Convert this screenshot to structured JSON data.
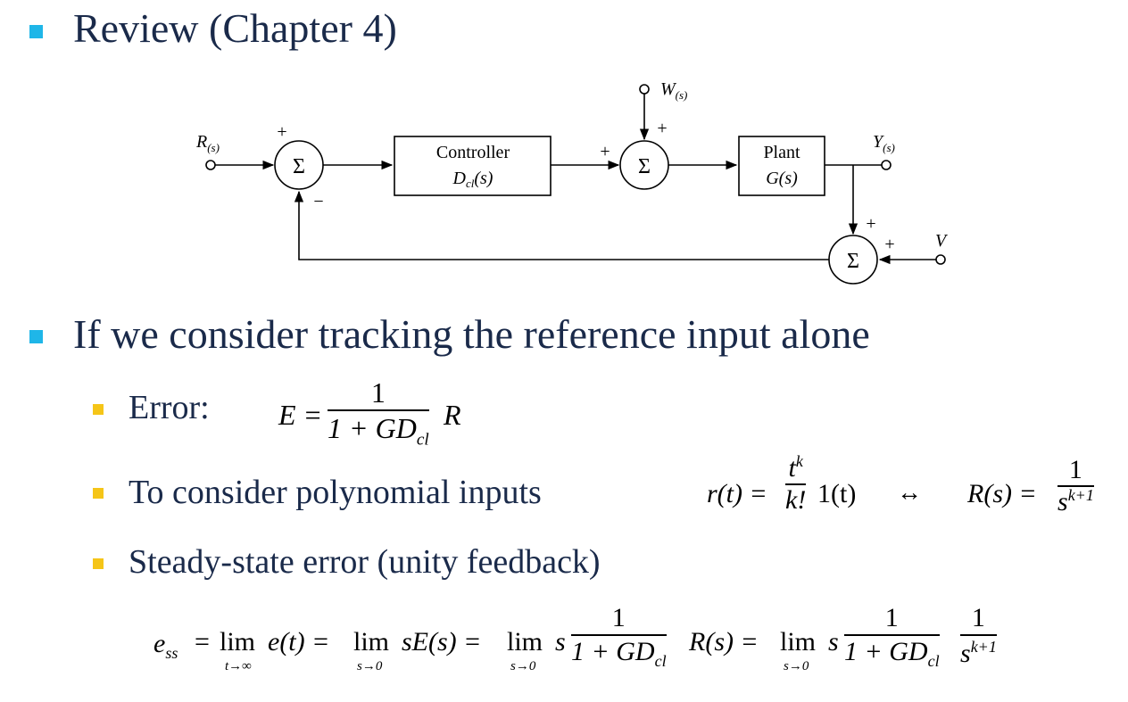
{
  "heading_review": "Review (Chapter 4)",
  "heading_tracking": "If we consider tracking the reference input alone",
  "bullets": {
    "error": "Error:",
    "polynomial": "To consider polynomial inputs",
    "steady_state": "Steady-state error (unity feedback)"
  },
  "diagram": {
    "sigma": "Σ",
    "controller_label": "Controller",
    "controller_tf": "D",
    "controller_tf_sub": "cl",
    "controller_tf_arg": "(s)",
    "plant_label": "Plant",
    "plant_tf": "G(s)",
    "r_label": "R",
    "r_sub": "(s)",
    "w_label": "W",
    "w_sub": "(s)",
    "y_label": "Y",
    "y_sub": "(s)",
    "v_label": "V",
    "plus": "+",
    "minus": "−"
  },
  "eq_error": {
    "lhs": "E =",
    "num": "1",
    "den_a": "1 + GD",
    "den_sub": "cl",
    "rhs": "R"
  },
  "eq_poly": {
    "lhs": "r(t) =",
    "num_t": "t",
    "num_exp": "k",
    "den": "k!",
    "after": "1(t)",
    "arrow": "↔",
    "rhs": "R(s) =",
    "rhs_num": "1",
    "rhs_den": "s",
    "rhs_exp": "k+1"
  },
  "eq_ss": {
    "e": "e",
    "e_sub": "ss",
    "eq1": "=",
    "lim1": "lim",
    "lim1_sub": "t→∞",
    "t1": "e(t) =",
    "lim2": "lim",
    "lim2_sub": "s→0",
    "t2": "sE(s) =",
    "lim3": "lim",
    "lim3_sub": "s→0",
    "t3": "s",
    "f1_num": "1",
    "f1_den": "1 + GD",
    "f1_den_sub": "cl",
    "t4": "R(s) =",
    "lim4": "lim",
    "lim4_sub": "s→0",
    "t5": "s",
    "f2_num": "1",
    "f2_den": "1 + GD",
    "f2_den_sub": "cl",
    "f3_num": "1",
    "f3_den": "s",
    "f3_exp": "k+1"
  }
}
